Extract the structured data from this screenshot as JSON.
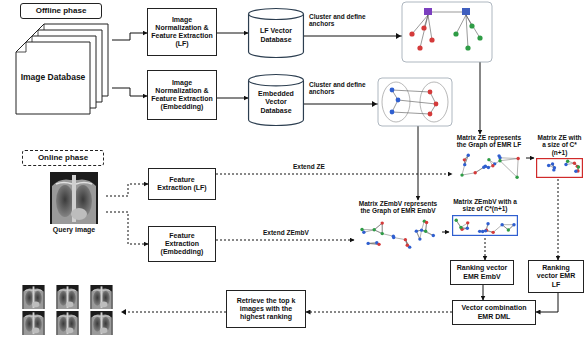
{
  "diagram": {
    "nodes": [
      {
        "text": [
          "Offline phase"
        ]
      },
      {
        "text": [
          "Image Database"
        ]
      },
      {
        "text": [
          "Image Normalization & Feature Extraction (LF)"
        ]
      },
      {
        "text": [
          "LF Vector Database"
        ]
      },
      {
        "text": [
          "Image Normalization & Feature Extraction (Embedding)"
        ]
      },
      {
        "text": [
          "Embedded Vector Database"
        ]
      },
      {
        "text": [
          "Online phase"
        ]
      },
      {
        "text": [
          "Query image"
        ]
      },
      {
        "text": [
          "Feature Extraction (LF)"
        ]
      },
      {
        "text": [
          "Matrix ZE represents the Graph of EMR LF"
        ]
      },
      {
        "text": [
          "Matrix ZE with a size of C*(n+1)"
        ]
      },
      {
        "text": [
          "Feature Extraction (Embedding)"
        ]
      },
      {
        "text": [
          "Matrix ZEmbV represents the Graph of EMR EmbV"
        ]
      },
      {
        "text": [
          "Matrix ZEmbV with a size of C*(n+1)"
        ]
      },
      {
        "text": [
          "Ranking vector EMR EmbV"
        ]
      },
      {
        "text": [
          "Ranking vector EMR LF"
        ]
      },
      {
        "text": [
          "Retrieve the top k images with the highest ranking"
        ]
      },
      {
        "text": [
          "Vector combination EMR DML"
        ]
      }
    ],
    "edges": [
      {
        "from": 1,
        "to": 2,
        "arrow": "to"
      },
      {
        "from": 1,
        "to": 4,
        "arrow": "to"
      },
      {
        "from": 2,
        "to": 3,
        "arrow": "to"
      },
      {
        "from": 4,
        "to": 5,
        "arrow": "to"
      },
      {
        "from": 3,
        "to": 9,
        "label": "Cluster and define anchors",
        "arrow": "to"
      },
      {
        "from": 5,
        "to": 12,
        "label": "Cluster and define anchors",
        "arrow": "to"
      },
      {
        "from": 7,
        "to": 8,
        "arrow": "to"
      },
      {
        "from": 7,
        "to": 11,
        "arrow": "to"
      },
      {
        "from": 8,
        "to": 9,
        "label": "Extend ZE",
        "arrow": "to"
      },
      {
        "from": 11,
        "to": 12,
        "label": "Extend ZEmbV",
        "arrow": "to"
      },
      {
        "from": 9,
        "to": 10,
        "arrow": "to"
      },
      {
        "from": 12,
        "to": 13,
        "arrow": "to"
      },
      {
        "from": 13,
        "to": 14,
        "arrow": "to"
      },
      {
        "from": 10,
        "to": 15,
        "arrow": "to"
      },
      {
        "from": 14,
        "to": 17,
        "arrow": "to"
      },
      {
        "from": 15,
        "to": 17,
        "arrow": "to"
      },
      {
        "from": 17,
        "to": 16,
        "arrow": "to"
      }
    ]
  }
}
